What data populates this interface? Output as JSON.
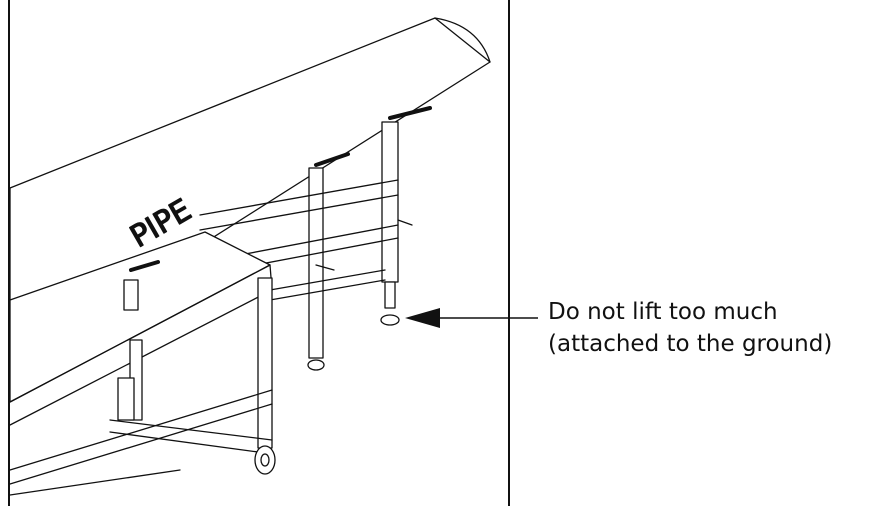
{
  "figure": {
    "pipe_label": "PIPE",
    "callout_lines": [
      "Do not lift too much",
      "(attached to the ground)"
    ]
  }
}
